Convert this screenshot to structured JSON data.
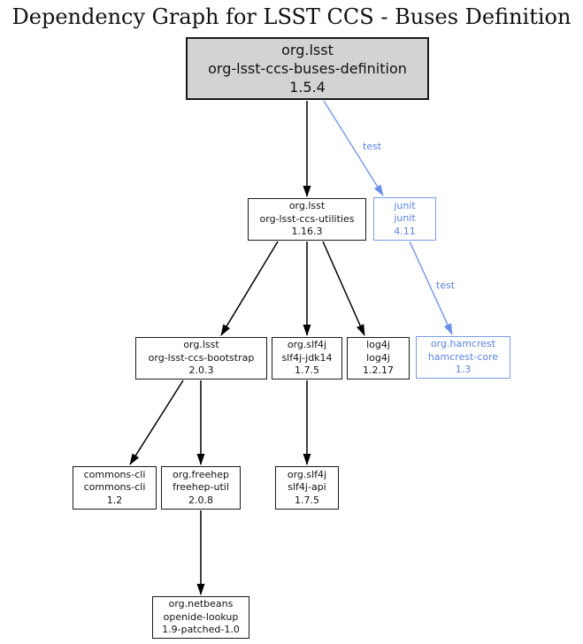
{
  "title": "Dependency Graph for LSST CCS - Buses Definition",
  "colors": {
    "background": "#ffffff",
    "node_border": "#1a1a1a",
    "root_node_fill": "#d3d3d3",
    "edge_black": "#000000",
    "test_scope_border": "#7b9ce9",
    "test_scope_text": "#5b82e0",
    "test_scope_edge": "#6b8fe6"
  },
  "nodes": {
    "buses_definition": {
      "group": "org.lsst",
      "artifact": "org-lsst-ccs-buses-definition",
      "version": "1.5.4"
    },
    "utilities": {
      "group": "org.lsst",
      "artifact": "org-lsst-ccs-utilities",
      "version": "1.16.3"
    },
    "junit": {
      "group": "junit",
      "artifact": "junit",
      "version": "4.11"
    },
    "bootstrap": {
      "group": "org.lsst",
      "artifact": "org-lsst-ccs-bootstrap",
      "version": "2.0.3"
    },
    "slf4j_jdk14": {
      "group": "org.slf4j",
      "artifact": "slf4j-jdk14",
      "version": "1.7.5"
    },
    "log4j": {
      "group": "log4j",
      "artifact": "log4j",
      "version": "1.2.17"
    },
    "hamcrest_core": {
      "group": "org.hamcrest",
      "artifact": "hamcrest-core",
      "version": "1.3"
    },
    "commons_cli": {
      "group": "commons-cli",
      "artifact": "commons-cli",
      "version": "1.2"
    },
    "freehep_util": {
      "group": "org.freehep",
      "artifact": "freehep-util",
      "version": "2.0.8"
    },
    "slf4j_api": {
      "group": "org.slf4j",
      "artifact": "slf4j-api",
      "version": "1.7.5"
    },
    "openide_lookup": {
      "group": "org.netbeans",
      "artifact": "openide-lookup",
      "version": "1.9-patched-1.0"
    }
  },
  "edges": [
    {
      "from": "org-lsst-ccs-buses-definition",
      "to": "org-lsst-ccs-utilities",
      "label": ""
    },
    {
      "from": "org-lsst-ccs-buses-definition",
      "to": "junit",
      "label": "test"
    },
    {
      "from": "junit",
      "to": "hamcrest-core",
      "label": "test"
    },
    {
      "from": "org-lsst-ccs-utilities",
      "to": "org-lsst-ccs-bootstrap",
      "label": ""
    },
    {
      "from": "org-lsst-ccs-utilities",
      "to": "slf4j-jdk14",
      "label": ""
    },
    {
      "from": "org-lsst-ccs-utilities",
      "to": "log4j",
      "label": ""
    },
    {
      "from": "org-lsst-ccs-bootstrap",
      "to": "commons-cli",
      "label": ""
    },
    {
      "from": "org-lsst-ccs-bootstrap",
      "to": "freehep-util",
      "label": ""
    },
    {
      "from": "slf4j-jdk14",
      "to": "slf4j-api",
      "label": ""
    },
    {
      "from": "freehep-util",
      "to": "openide-lookup",
      "label": ""
    }
  ]
}
